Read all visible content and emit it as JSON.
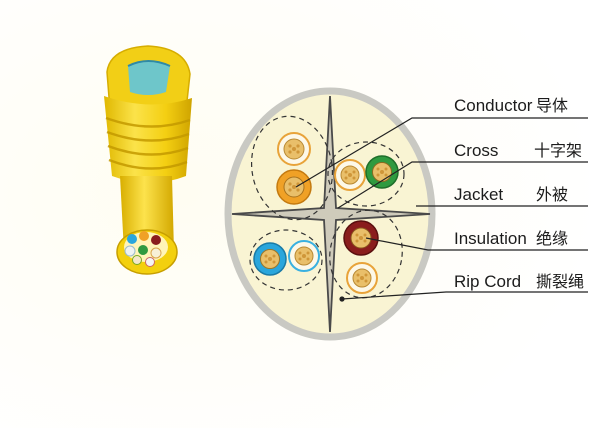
{
  "labels": [
    {
      "en": "Conductor",
      "cn": "导体"
    },
    {
      "en": "Cross",
      "cn": "十字架"
    },
    {
      "en": "Jacket",
      "cn": "外被"
    },
    {
      "en": "Insulation",
      "cn": "绝缘"
    },
    {
      "en": "Rip Cord",
      "cn": "撕裂绳"
    }
  ],
  "colors": {
    "cable_yellow": "#f6d51a",
    "cable_yellow_dark": "#d9b200",
    "jacket_fill": "#f9f4d3",
    "jacket_ring": "#c9c9c3",
    "pair_orange": "#f0a126",
    "pair_green": "#2f9a3f",
    "pair_blue": "#2aa6dc",
    "pair_brown": "#8a1d1d",
    "copper": "#e5b35a",
    "line": "#222222"
  }
}
